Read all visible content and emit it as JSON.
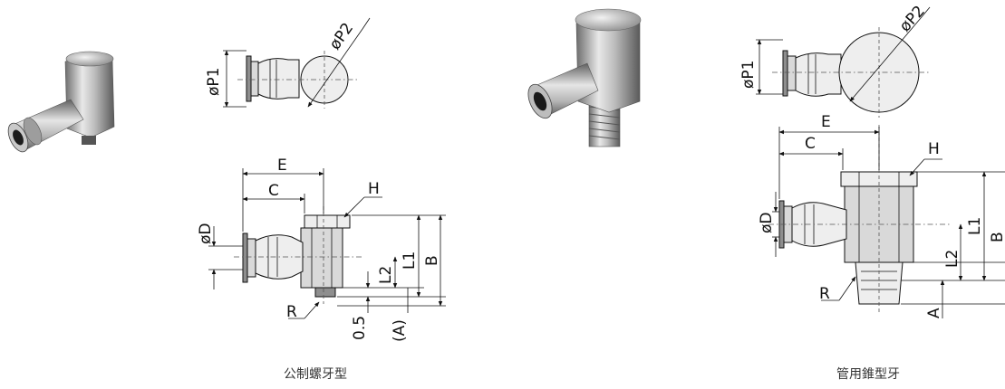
{
  "captions": {
    "left": "公制螺牙型",
    "right": "管用錐型牙"
  },
  "labels": {
    "p1": "øP1",
    "p2": "øP2",
    "d": "øD",
    "e": "E",
    "c": "C",
    "h": "H",
    "l1": "L1",
    "l2": "L2",
    "b": "B",
    "r": "R",
    "gap": "0.5",
    "a_paren": "(A)",
    "a": "A"
  }
}
